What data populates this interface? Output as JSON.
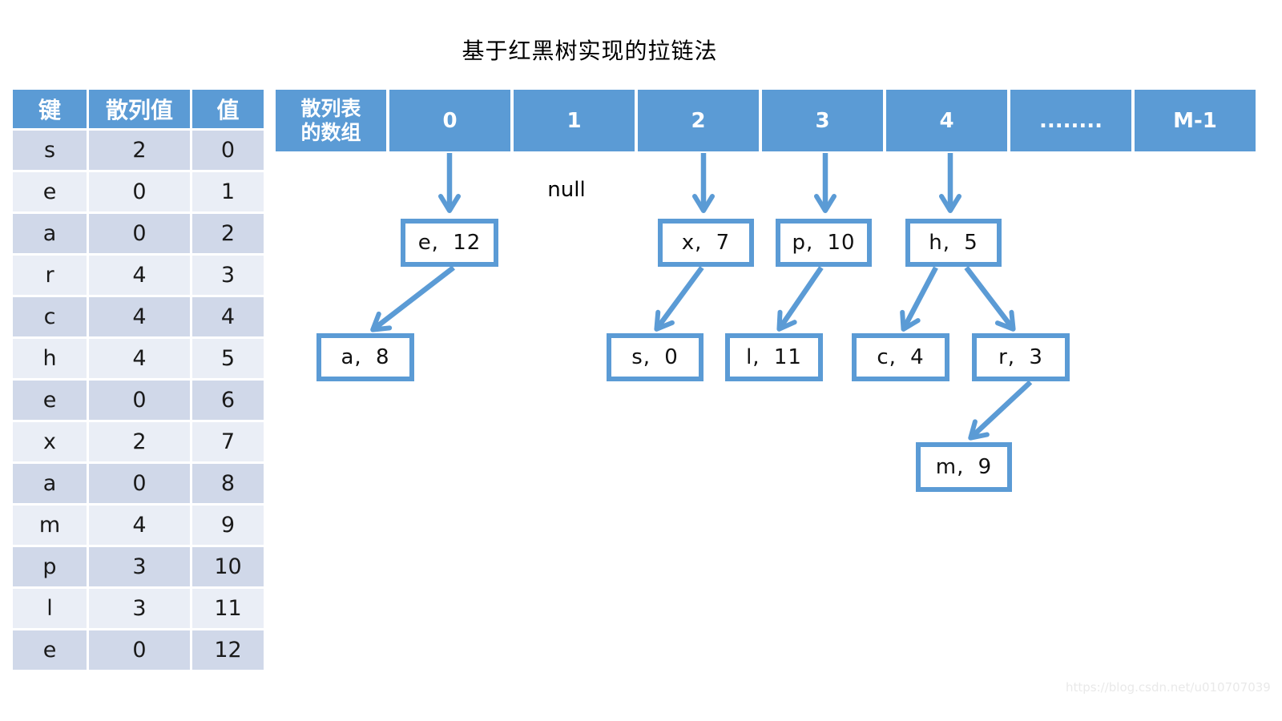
{
  "title": "基于红黑树实现的拉链法",
  "colors": {
    "accent_blue": "#5b9bd5",
    "table_row_dark": "#d0d8e9",
    "table_row_light": "#eaeef6",
    "node_border": "#5b9bd5",
    "watermark_gray": "#e9e9e9"
  },
  "key_table": {
    "headers": [
      "键",
      "散列值",
      "值"
    ],
    "rows": [
      {
        "key": "s",
        "hash": "2",
        "value": "0"
      },
      {
        "key": "e",
        "hash": "0",
        "value": "1"
      },
      {
        "key": "a",
        "hash": "0",
        "value": "2"
      },
      {
        "key": "r",
        "hash": "4",
        "value": "3"
      },
      {
        "key": "c",
        "hash": "4",
        "value": "4"
      },
      {
        "key": "h",
        "hash": "4",
        "value": "5"
      },
      {
        "key": "e",
        "hash": "0",
        "value": "6"
      },
      {
        "key": "x",
        "hash": "2",
        "value": "7"
      },
      {
        "key": "a",
        "hash": "0",
        "value": "8"
      },
      {
        "key": "m",
        "hash": "4",
        "value": "9"
      },
      {
        "key": "p",
        "hash": "3",
        "value": "10"
      },
      {
        "key": "l",
        "hash": "3",
        "value": "11"
      },
      {
        "key": "e",
        "hash": "0",
        "value": "12"
      }
    ]
  },
  "hash_array": {
    "label": "散列表\n的数组",
    "cells": [
      "0",
      "1",
      "2",
      "3",
      "4",
      "........",
      "M-1"
    ]
  },
  "diagram": {
    "null_label": "null",
    "nodes": {
      "e12": "e,  12",
      "x7": "x,  7",
      "p10": "p,  10",
      "h5": "h,  5",
      "a8": "a,  8",
      "s0": "s,  0",
      "l11": "l,  11",
      "c4": "c,  4",
      "r3": "r,  3",
      "m9": "m,  9"
    },
    "edges": [
      {
        "from": "bucket-0",
        "to": "e12"
      },
      {
        "from": "bucket-2",
        "to": "x7"
      },
      {
        "from": "bucket-3",
        "to": "p10"
      },
      {
        "from": "bucket-4",
        "to": "h5"
      },
      {
        "from": "e12",
        "to": "a8"
      },
      {
        "from": "x7",
        "to": "s0"
      },
      {
        "from": "p10",
        "to": "l11"
      },
      {
        "from": "h5",
        "to": "c4"
      },
      {
        "from": "h5",
        "to": "r3"
      },
      {
        "from": "r3",
        "to": "m9"
      }
    ]
  },
  "watermark": "https://blog.csdn.net/u010707039"
}
